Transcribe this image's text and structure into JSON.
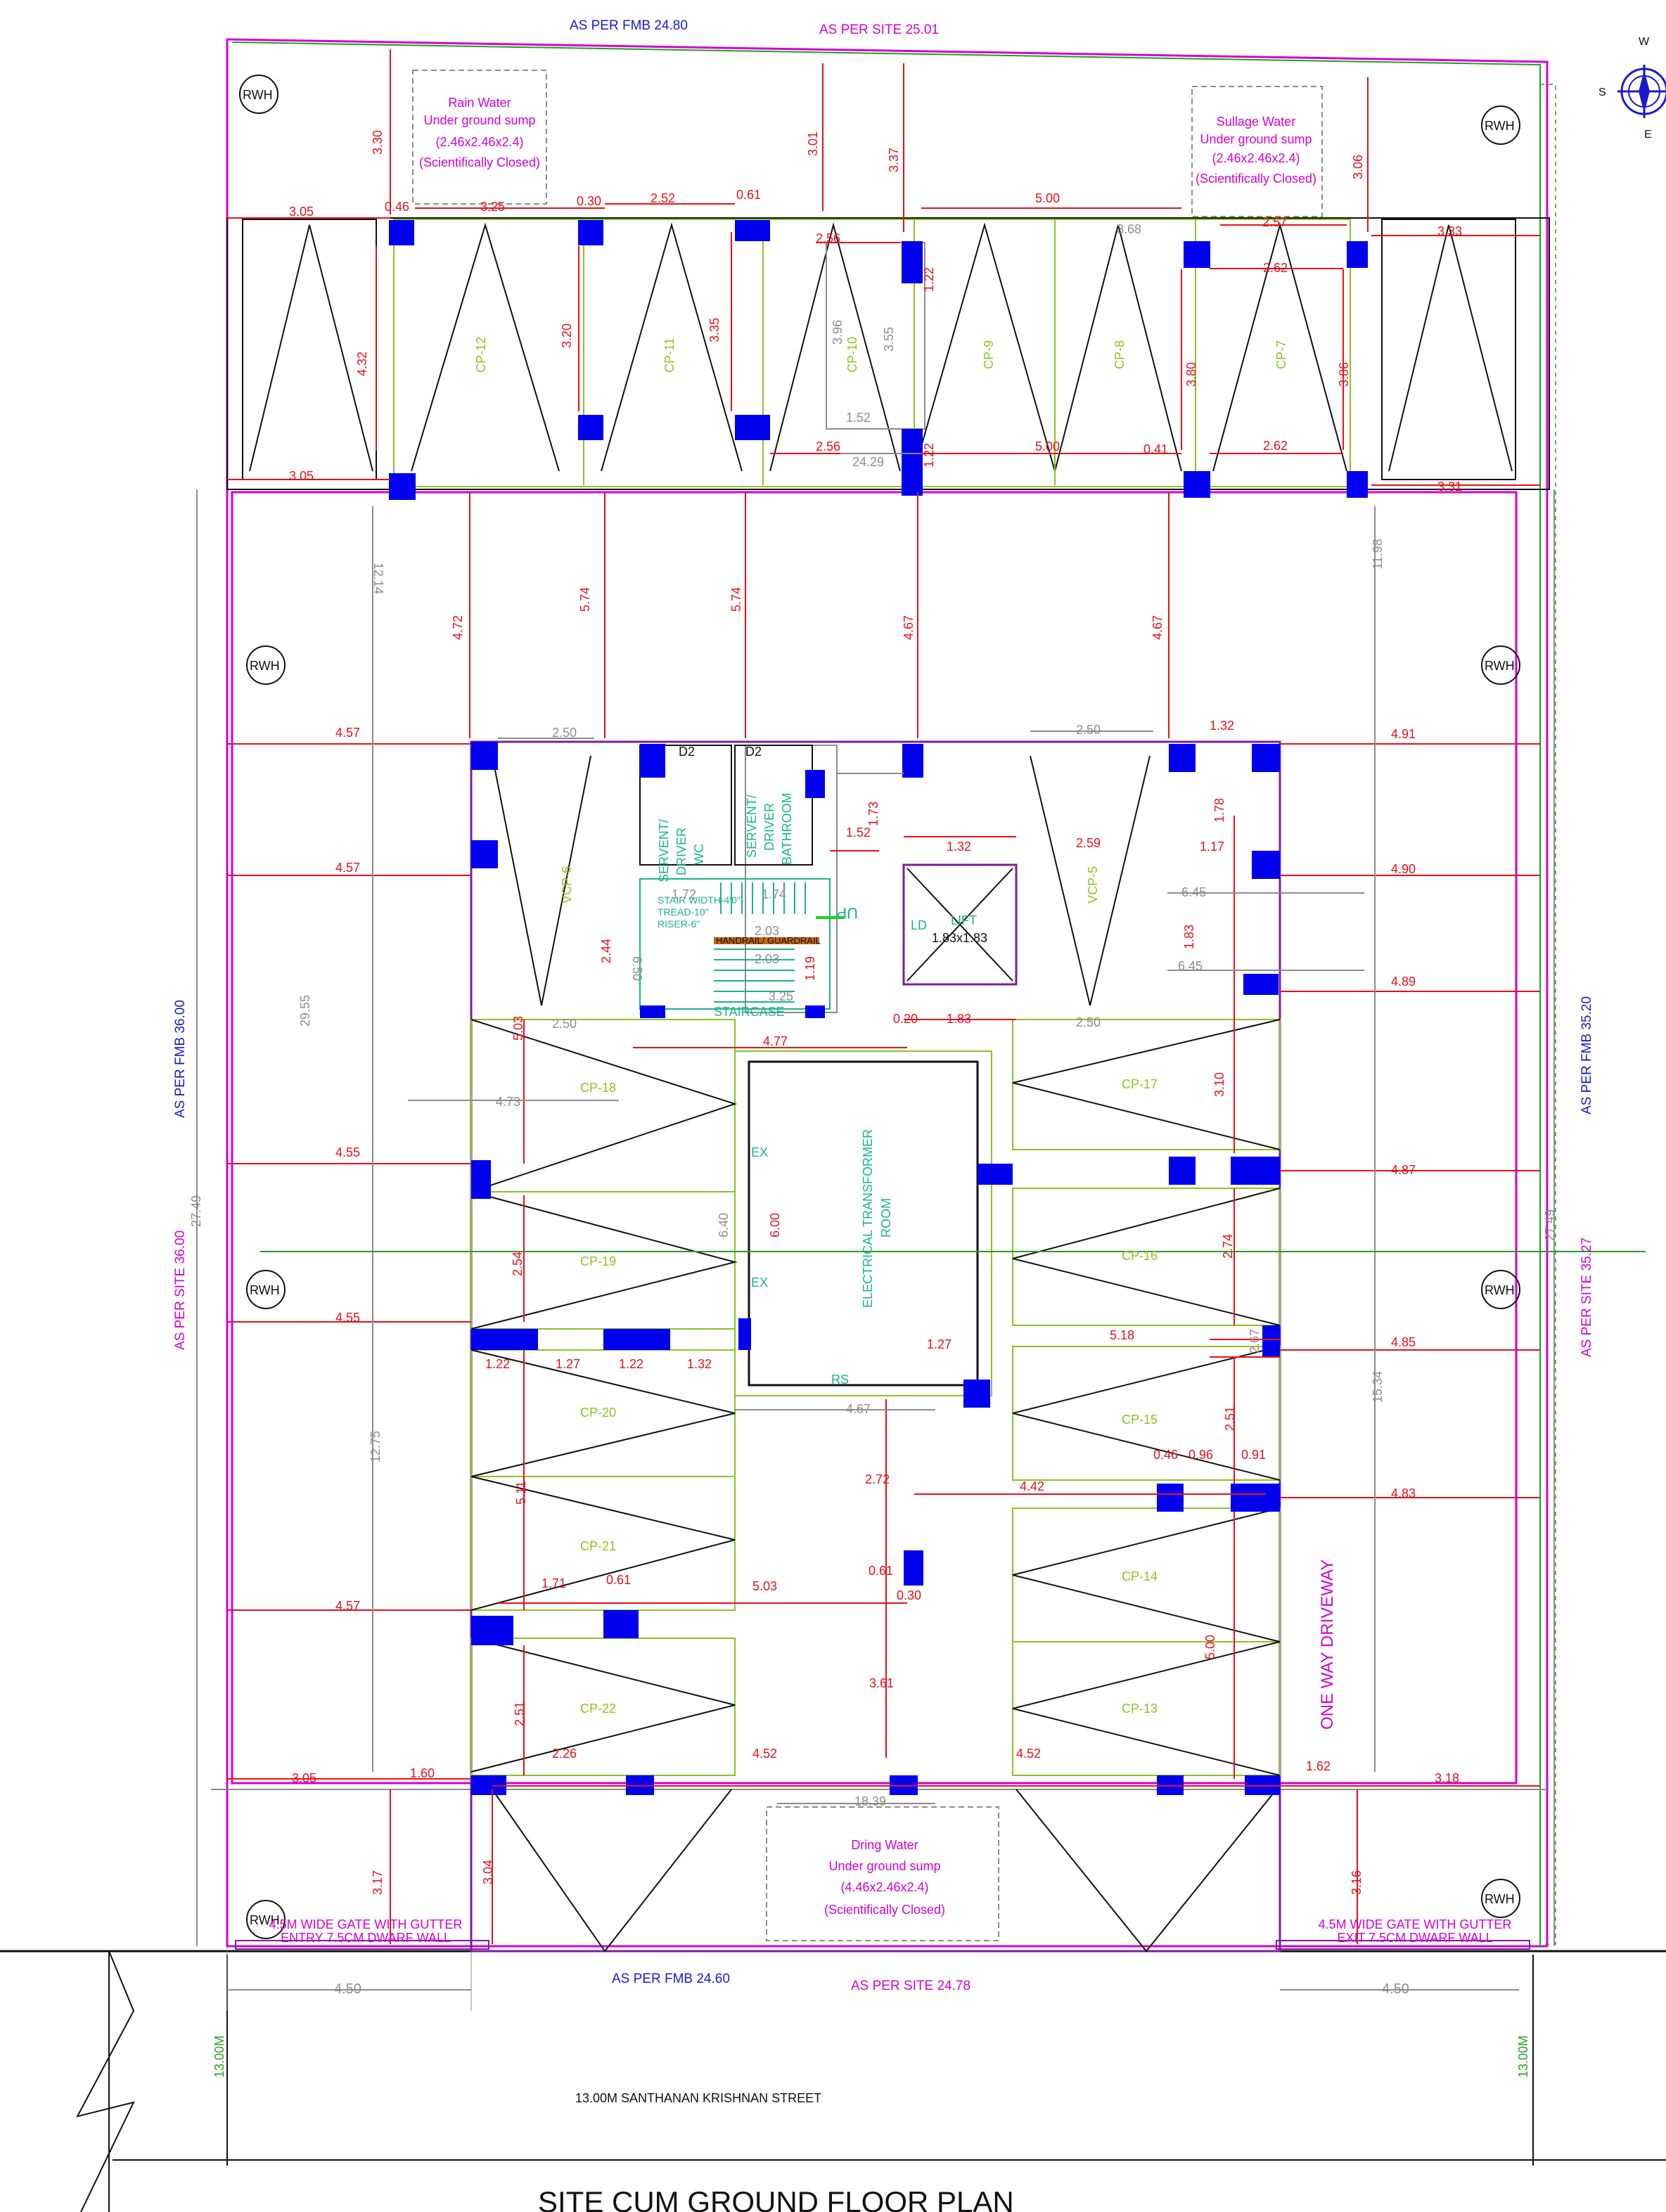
{
  "title": "SITE CUM GROUND FLOOR PLAN",
  "boundary": {
    "north_fmb": "AS PER  FMB  24.80",
    "north_site": "AS PER  SITE  25.01",
    "south_fmb": "AS PER  FMB  24.60",
    "south_site": "AS PER  SITE  24.78",
    "west_fmb": "AS PER  FMB  36.00",
    "west_site": "AS PER  SITE  36.00",
    "east_fmb": "AS PER  FMB  35.20",
    "east_site": "AS PER  SITE  35.27"
  },
  "sumps": {
    "rain_water": [
      "Rain Water",
      "Under ground sump",
      "(2.46x2.46x2.4)",
      "(Scientifically Closed)"
    ],
    "sullage_water": [
      "Sullage Water",
      "Under ground sump",
      "(2.46x2.46x2.4)",
      "(Scientifically Closed)"
    ],
    "dring_water": [
      "Dring  Water",
      "Under ground sump",
      "(4.46x2.46x2.4)",
      "(Scientifically Closed)"
    ]
  },
  "rwh_label": "RWH",
  "compass": {
    "w": "W",
    "s": "S",
    "e": "E"
  },
  "car_parks": [
    "CP-7",
    "CP-8",
    "CP-9",
    "CP-10",
    "CP-11",
    "CP-12",
    "CP-13",
    "CP-14",
    "CP-15",
    "CP-16",
    "CP-17",
    "CP-18",
    "CP-19",
    "CP-20",
    "CP-21",
    "CP-22"
  ],
  "vcp": [
    "VCP-5",
    "VCP-6"
  ],
  "rooms": {
    "transformer": [
      "ELECTRICAL TRANSFORMER",
      "ROOM"
    ],
    "servant_wc": [
      "SERVENT/",
      "DRIVER",
      "WC"
    ],
    "servant_bath": [
      "SERVENT/",
      "DRIVER",
      "BATHROOM"
    ],
    "lift": "LIFT",
    "lift_size": "1.83x1.83",
    "ld": "LD",
    "staircase": "STAIRCASE",
    "up": "UP",
    "stair_note": [
      "STAIR WIDTH-4'0\"",
      "TREAD-10\"",
      "RISER-6\""
    ],
    "handrail": "HANDRAIL/ GUARDRAIL",
    "d2": "D2",
    "ex": "EX",
    "rs": "RS"
  },
  "driveway": "ONE WAY DRIVEWAY",
  "gates": {
    "entry": [
      "4.5M WIDE GATE WITH GUTTER",
      "ENTRY  7.5CM DWARF WALL"
    ],
    "exit": [
      "4.5M WIDE GATE WITH GUTTER",
      "EXIT  7.5CM DWARF WALL"
    ]
  },
  "road": {
    "name": "13.00M  SANTHANAN KRISHNAN STREET",
    "width_left": "13.00M",
    "width_right": "13.00M",
    "gate_w_left": "4.50",
    "gate_w_right": "4.50"
  },
  "dims": {
    "d_3_30": "3.30",
    "d_3_01": "3.01",
    "d_3_37": "3.37",
    "d_3_06": "3.06",
    "d_3_05": "3.05",
    "d_3_25": "3.25",
    "d_0_46": "0.46",
    "d_0_30": "0.30",
    "d_2_52": "2.52",
    "d_0_61": "0.61",
    "d_5_00": "5.00",
    "d_2_57": "2.57",
    "d_3_33": "3.33",
    "d_3_31": "3.31",
    "d_2_56": "2.56",
    "d_2_62": "2.62",
    "d_4_32": "4.32",
    "d_3_20": "3.20",
    "d_3_35": "3.35",
    "d_3_96": "3.96",
    "d_3_55": "3.55",
    "d_1_52": "1.52",
    "d_1_22": "1.22",
    "d_3_80": "3.80",
    "d_3_86": "3.86",
    "d_0_41": "0.41",
    "d_3_68": "3.68",
    "d_24_29": "24.29",
    "d_12_14": "12.14",
    "d_4_72": "4.72",
    "d_5_74": "5.74",
    "d_4_67": "4.67",
    "d_11_98": "11.98",
    "d_4_57": "4.57",
    "d_4_91": "4.91",
    "d_4_90": "4.90",
    "d_4_89": "4.89",
    "d_2_50": "2.50",
    "d_1_32": "1.32",
    "d_1_83": "1.83",
    "d_1_78": "1.78",
    "d_1_17": "1.17",
    "d_2_59": "2.59",
    "d_6_45": "6.45",
    "d_1_73": "1.73",
    "d_1_72": "1.72",
    "d_1_74": "1.74",
    "d_2_03": "2.03",
    "d_2_44": "2.44",
    "d_6_50": "6.50",
    "d_0_20": "0.20",
    "d_4_77": "4.77",
    "d_29_55": "29.55",
    "d_4_73": "4.73",
    "d_5_03": "5.03",
    "d_3_10": "3.10",
    "d_4_55": "4.55",
    "d_4_87": "4.87",
    "d_6_40": "6.40",
    "d_6_00": "6.00",
    "d_2_54": "2.54",
    "d_2_74": "2.74",
    "d_27_49": "27.49",
    "d_1_27": "1.27",
    "d_5_18": "5.18",
    "d_4_85": "4.85",
    "d_1_22b": "1.22",
    "d_1_32b": "1.32",
    "d_12_75": "12.75",
    "d_15_34": "15.34",
    "d_2_72": "2.72",
    "d_2_51": "2.51",
    "d_0_96": "0.96",
    "d_0_91": "0.91",
    "d_4_42": "4.42",
    "d_4_83": "4.83",
    "d_5_11": "5.11",
    "d_1_71": "1.71",
    "d_5_03b": "5.03",
    "d_3_61": "3.61",
    "d_2_26": "2.26",
    "d_4_52": "4.52",
    "d_1_60": "1.60",
    "d_1_62": "1.62",
    "d_3_18": "3.18",
    "d_18_39": "18.39",
    "d_3_17": "3.17",
    "d_3_04": "3.04",
    "d_3_16": "3.16",
    "d_1_19": "1.19",
    "d_2_67": "2.67"
  }
}
